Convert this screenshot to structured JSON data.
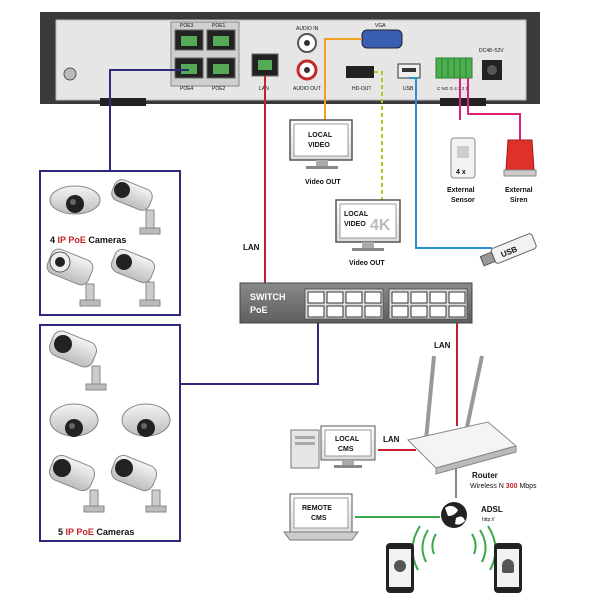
{
  "nvr": {
    "poe_ports": [
      "POE3",
      "POE1",
      "POE4",
      "POE2"
    ],
    "lan_port": "LAN",
    "audio_in": "AUDIO IN",
    "audio_out": "AUDIO OUT",
    "vga": "VGA",
    "hd_out": "HD-OUT",
    "usb": "USB",
    "dc": "DC48~52V",
    "terminal": "C NO G 4 3 2 1"
  },
  "monitors": {
    "local_video_1": [
      "LOCAL",
      "VIDEO"
    ],
    "local_video_2": [
      "LOCAL",
      "VIDEO"
    ],
    "badge_4k": "4K",
    "out_label_1": "Video OUT",
    "out_label_2": "Video OUT"
  },
  "sensor": {
    "badge": "4 x",
    "label": [
      "External",
      "Sensor"
    ]
  },
  "siren": {
    "label": [
      "External",
      "Siren"
    ]
  },
  "usb_stick": {
    "label": "USB"
  },
  "camera_group_1": {
    "count": "4",
    "brand": "IP PoE",
    "suffix": "Cameras"
  },
  "camera_group_2": {
    "count": "5",
    "brand": "IP PoE",
    "suffix": "Cameras"
  },
  "switch": {
    "line1": "SWITCH",
    "line2": "PoE"
  },
  "lan_labels": {
    "nvr_to_switch": "LAN",
    "switch_to_router": "LAN",
    "router_to_pc": "LAN"
  },
  "local_cms": [
    "LOCAL",
    "CMS"
  ],
  "router": {
    "title": "Router",
    "subtitle": "Wireless N",
    "speed": "300",
    "unit": "Mbps"
  },
  "remote_cms": [
    "REMOTE",
    "CMS"
  ],
  "adsl": {
    "title": "ADSL",
    "url": "http://"
  },
  "colors": {
    "nvr_body": "#3a3a3d",
    "panel": "#e6e6e6",
    "camera_frame": "#2e2a7a",
    "lan_red": "#c8202a",
    "vga_orange": "#f0a020",
    "hd_dashed": "#b5c820",
    "usb_blue": "#2a8fd0",
    "alarm_magenta": "#e0207a",
    "remote_green": "#3aa84a",
    "brand_red": "#c8202a"
  }
}
